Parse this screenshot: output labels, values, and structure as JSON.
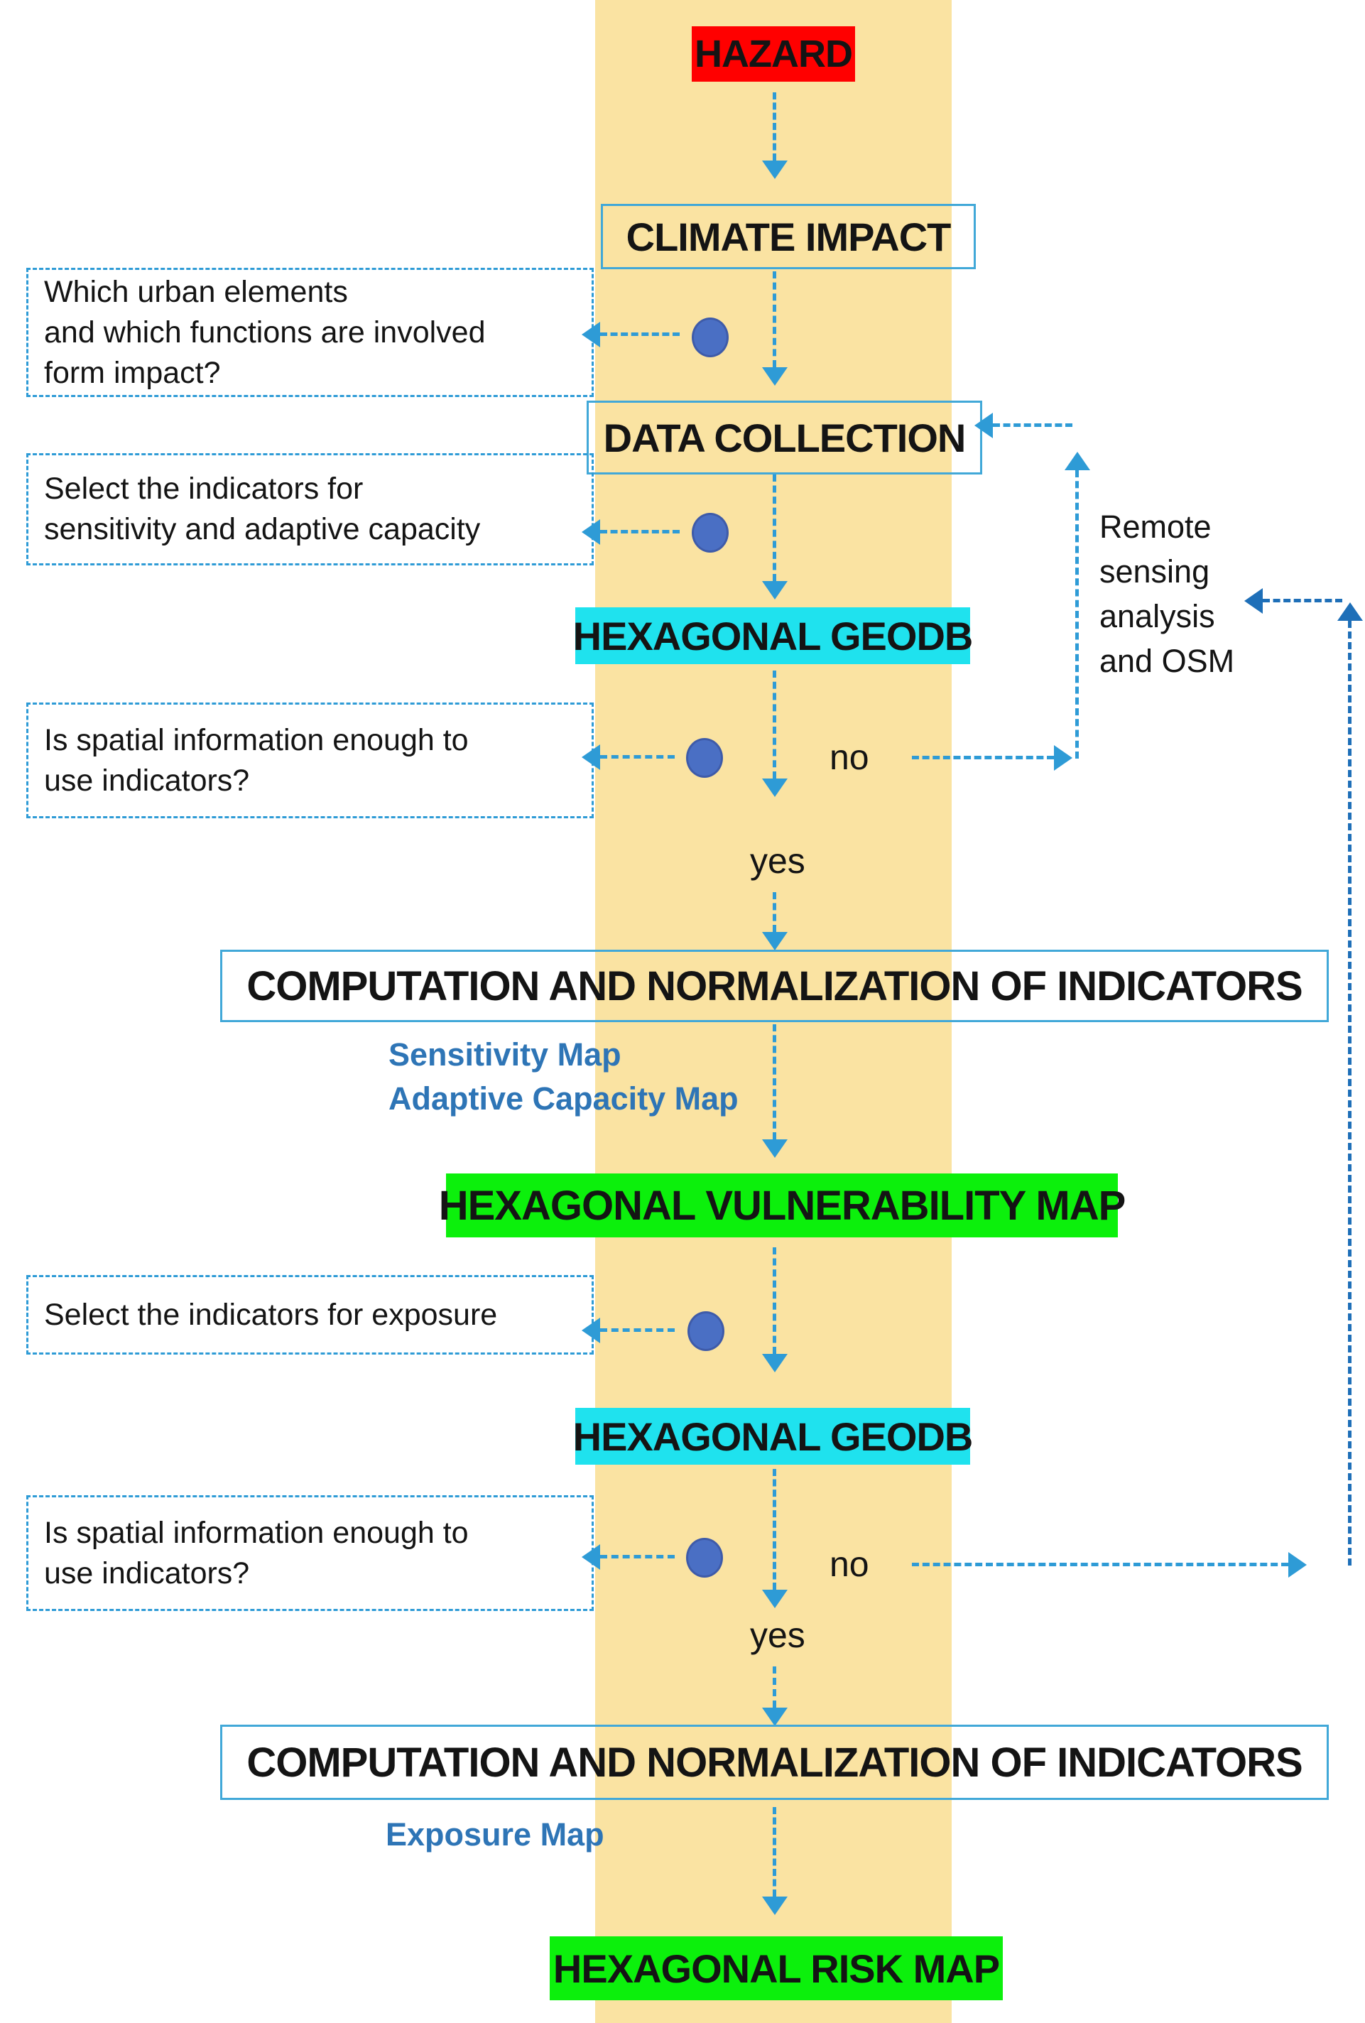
{
  "colors": {
    "band": "#FAE3A2",
    "accent": "#2E9BD6",
    "accent_dark": "#1E6FB8",
    "hazard": "#FF0000",
    "cyan": "#1FE2EE",
    "green": "#0CF00C",
    "dot": "#4A6FC4",
    "dot_stroke": "#3E5BA9",
    "blue_label": "#2E75B6",
    "box_border": "#41A8D8",
    "ink": "#141414"
  },
  "nodes": {
    "hazard": "HAZARD",
    "climate_impact": "CLIMATE IMPACT",
    "data_collection": "DATA COLLECTION",
    "hexagonal_geodb_1": "HEXAGONAL GEODB",
    "computation_1": "COMPUTATION AND NORMALIZATION OF INDICATORS",
    "hexagonal_vulnerability_map": "HEXAGONAL VULNERABILITY MAP",
    "hexagonal_geodb_2": "HEXAGONAL GEODB",
    "computation_2": "COMPUTATION AND NORMALIZATION OF INDICATORS",
    "hexagonal_risk_map": "HEXAGONAL RISK MAP"
  },
  "side_notes": [
    {
      "lines": [
        "Which urban elements",
        "and which functions are involved",
        "form impact?"
      ]
    },
    {
      "lines": [
        "Select the indicators for",
        "sensitivity and adaptive capacity"
      ]
    },
    {
      "lines": [
        "Is spatial information enough to",
        "use indicators?"
      ]
    },
    {
      "lines": [
        "Select the indicators for exposure"
      ]
    },
    {
      "lines": [
        "Is spatial information enough to",
        "use indicators?"
      ]
    }
  ],
  "labels": {
    "no_1": "no",
    "yes_1": "yes",
    "no_2": "no",
    "yes_2": "yes",
    "remote_sensing_lines": [
      "Remote",
      "sensing",
      "analysis",
      "and OSM"
    ],
    "sensitivity_map": "Sensitivity Map",
    "adaptive_capacity_map": "Adaptive Capacity Map",
    "exposure_map": "Exposure Map"
  }
}
